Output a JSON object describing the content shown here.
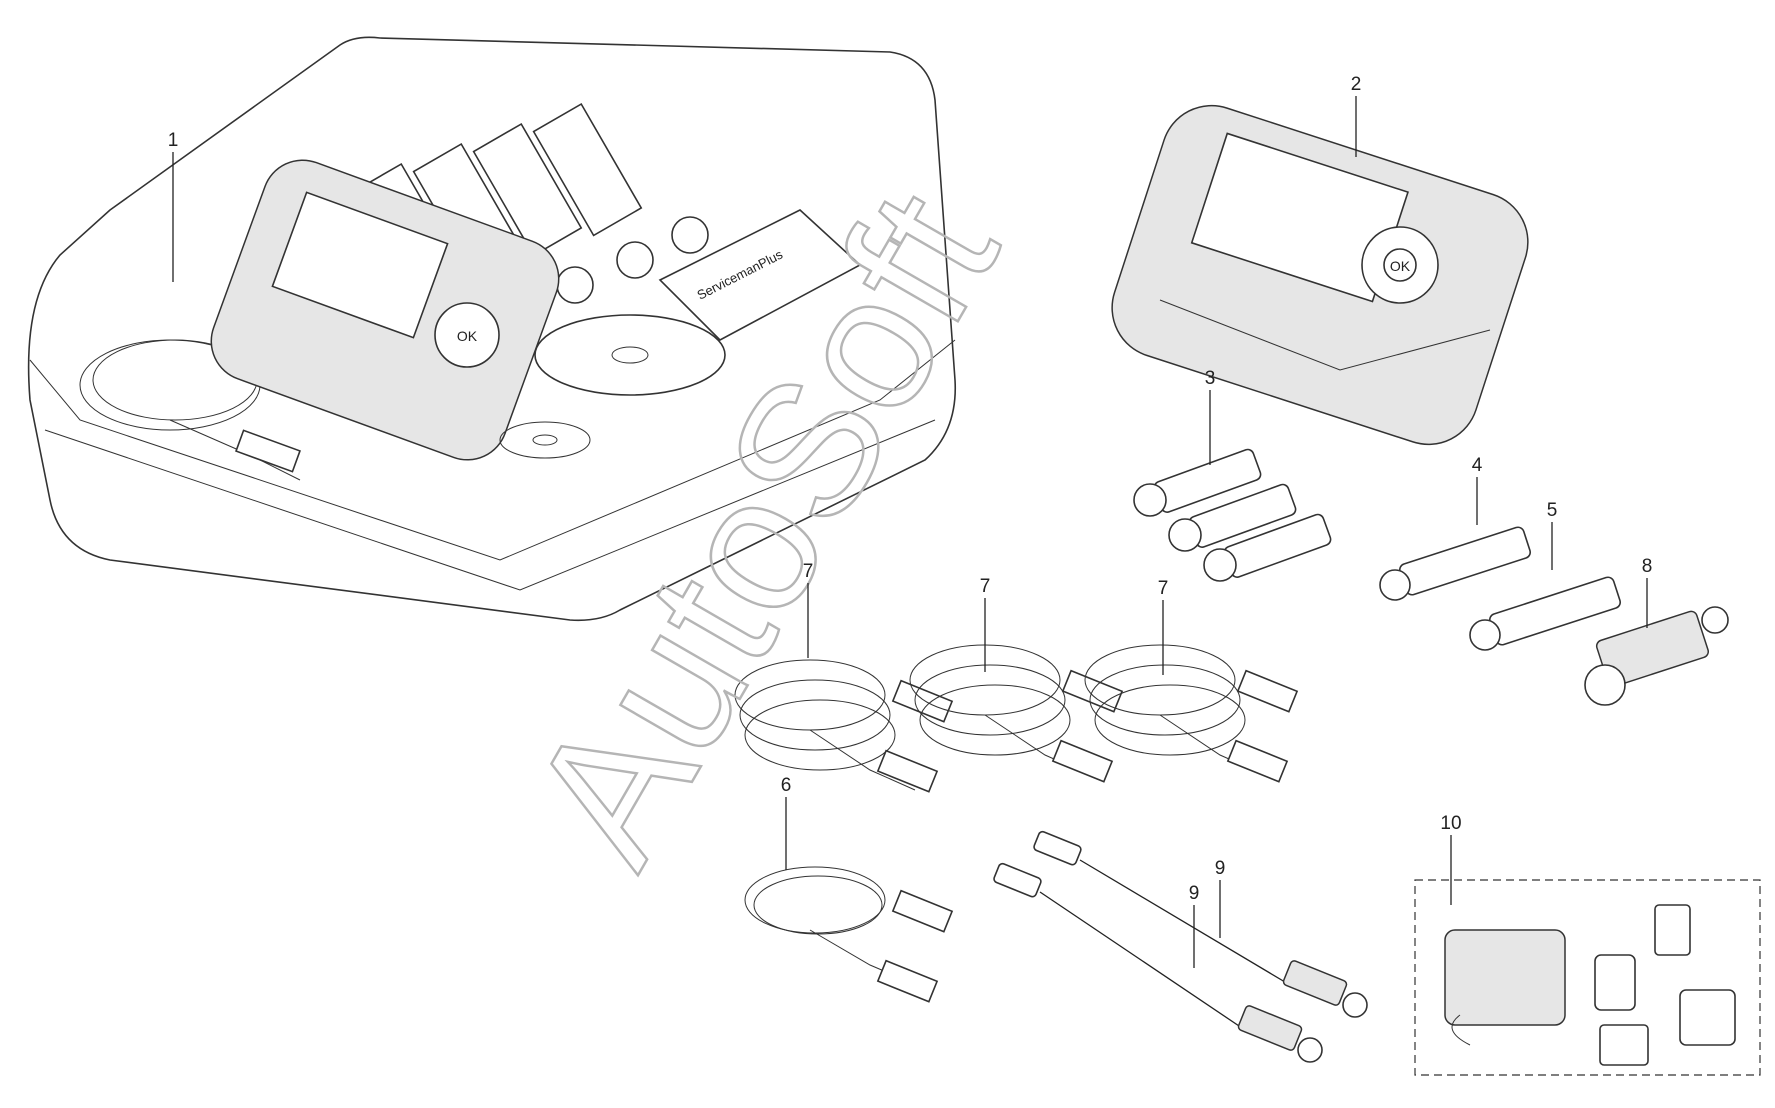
{
  "watermark": "AutoSoft",
  "callouts": [
    {
      "id": "c1",
      "label": "1"
    },
    {
      "id": "c2",
      "label": "2"
    },
    {
      "id": "c3",
      "label": "3"
    },
    {
      "id": "c4",
      "label": "4"
    },
    {
      "id": "c5",
      "label": "5"
    },
    {
      "id": "c6",
      "label": "6"
    },
    {
      "id": "c7a",
      "label": "7"
    },
    {
      "id": "c7b",
      "label": "7"
    },
    {
      "id": "c7c",
      "label": "7"
    },
    {
      "id": "c8",
      "label": "8"
    },
    {
      "id": "c9a",
      "label": "9"
    },
    {
      "id": "c9b",
      "label": "9"
    },
    {
      "id": "c10",
      "label": "10"
    }
  ],
  "device": {
    "brand": "ServicemanPlus",
    "ok_label": "OK"
  },
  "manual": {
    "title": "ServicemanPlus"
  }
}
